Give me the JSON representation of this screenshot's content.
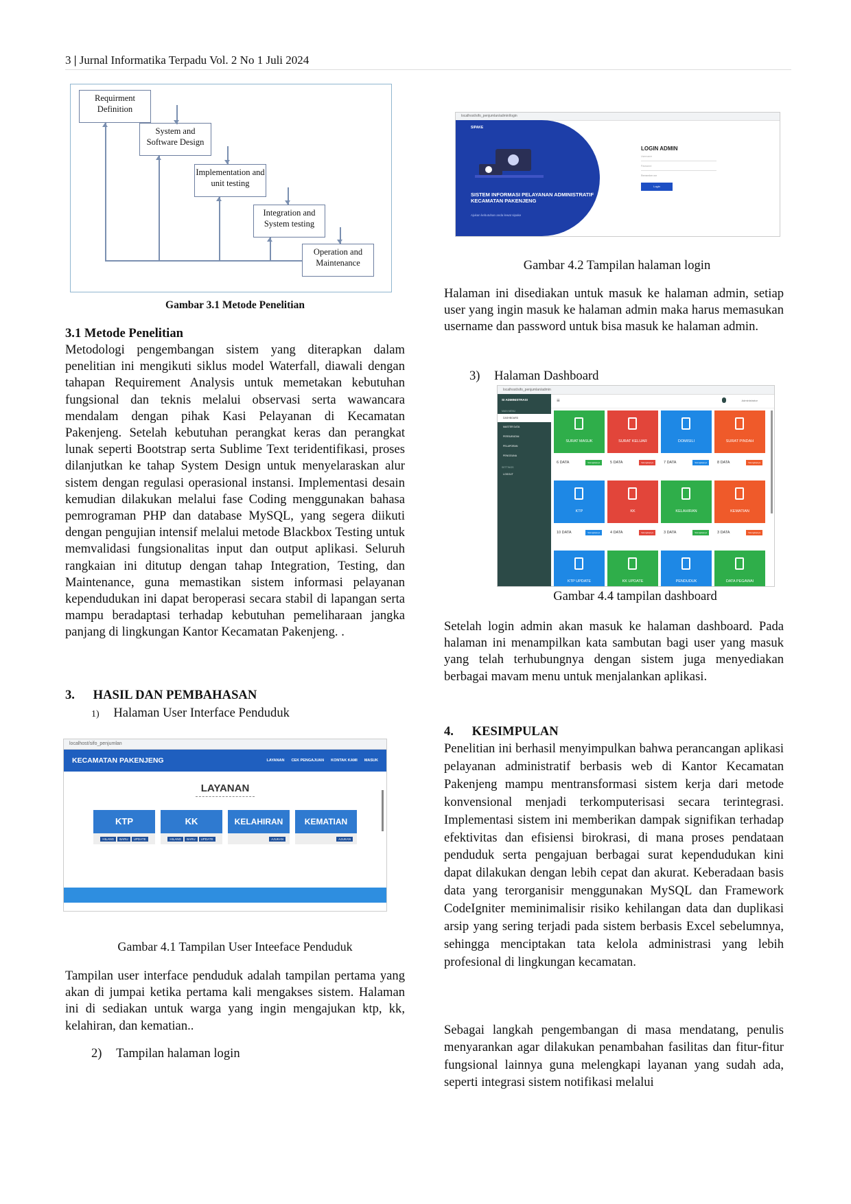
{
  "header": {
    "page_no": "3",
    "sep": "|",
    "journal": "Jurnal Informatika Terpadu Vol. 2 No 1 Juli 2024"
  },
  "waterfall": {
    "steps": [
      "Requirment Definition",
      "System and Software Design",
      "Implementation and unit testing",
      "Integration and System testing",
      "Operation and Maintenance"
    ],
    "caption": "Gambar 3.1 Metode Penelitian"
  },
  "section31": {
    "heading": "3.1 Metode Penelitian",
    "body": "Metodologi pengembangan sistem yang diterapkan dalam penelitian ini mengikuti siklus model Waterfall, diawali dengan tahapan Requirement Analysis untuk memetakan kebutuhan fungsional dan teknis melalui observasi serta wawancara mendalam dengan pihak Kasi Pelayanan di Kecamatan Pakenjeng. Setelah kebutuhan perangkat keras dan perangkat lunak seperti Bootstrap serta Sublime Text teridentifikasi, proses dilanjutkan ke tahap System Design untuk menyelaraskan alur sistem dengan regulasi operasional instansi. Implementasi desain kemudian dilakukan melalui fase Coding menggunakan bahasa pemrograman PHP dan database MySQL, yang segera diikuti dengan pengujian intensif melalui metode Blackbox Testing untuk memvalidasi fungsionalitas input dan output aplikasi. Seluruh rangkaian ini ditutup dengan tahap Integration, Testing, dan Maintenance, guna memastikan sistem informasi pelayanan kependudukan ini dapat beroperasi secara stabil di lapangan serta mampu beradaptasi terhadap kebutuhan pemeliharaan jangka panjang di lingkungan Kantor Kecamatan Pakenjeng.  ."
  },
  "section3": {
    "number": "3.",
    "heading": "HASIL DAN PEMBAHASAN",
    "item1_no": "1)",
    "item1": "Halaman User Interface Penduduk",
    "caption41": "Gambar 4.1 Tampilan User Inteeface Penduduk",
    "para41": "Tampilan user interface penduduk adalah tampilan pertama yang akan di jumpai  ketika pertama kali mengakses sistem. Halaman ini di sediakan untuk warga yang ingin mengajukan ktp, kk, kelahiran, dan kematian..",
    "item2_no": "2)",
    "item2": "Tampilan halaman login"
  },
  "ui_penduduk": {
    "url": "localhost/sifo_penjumlan",
    "brand": "KECAMATAN PAKENJENG",
    "nav": [
      "LAYANAN",
      "CEK PENGAJUAN",
      "KONTAK KAMI",
      "MASUK"
    ],
    "title": "LAYANAN",
    "cards": [
      {
        "label": "KTP",
        "buttons": [
          "HILANG",
          "BARU",
          "UPDATE"
        ]
      },
      {
        "label": "KK",
        "buttons": [
          "HILANG",
          "BARU",
          "UPDATE"
        ]
      },
      {
        "label": "KELAHIRAN",
        "buttons": [
          "AJUKAN"
        ]
      },
      {
        "label": "KEMATIAN",
        "buttons": [
          "AJUKAN"
        ]
      }
    ]
  },
  "login_shot": {
    "url": "localhost/sifo_penjumlan/admin/login",
    "brand": "SIPAKE",
    "title": "SISTEM INFORMASI PELAYANAN ADMINISTRATIF KECAMATAN PAKENJENG",
    "tagline": "Ajukan kebutuhan anda lewat sipake",
    "form_title": "LOGIN ADMIN",
    "field1": "Username",
    "field2": "Password",
    "remember": "Remember me",
    "button": "Login"
  },
  "right": {
    "caption42": "Gambar 4.2 Tampilan halaman login",
    "para42": "Halaman ini disediakan untuk masuk ke halaman admin, setiap user yang ingin  masuk ke halaman admin maka harus memasukan username dan password untuk bisa  masuk ke halaman admin.",
    "item3_no": "3)",
    "item3": "Halaman Dashboard",
    "caption44": "Gambar 4.4 tampilan dashboard",
    "para44": "Setelah login admin akan masuk ke halaman dashboard. Pada halaman ini  menampilkan kata sambutan bagi user yang masuk yang telah terhubungnya dengan  sistem juga menyediakan berbagai mavam menu untuk menjalankan aplikasi.",
    "sec4_no": "4.",
    "sec4": "KESIMPULAN",
    "para4a": "Penelitian ini berhasil menyimpulkan bahwa perancangan aplikasi pelayanan administratif berbasis web di Kantor Kecamatan Pakenjeng mampu mentransformasi sistem kerja dari metode konvensional menjadi terkomputerisasi secara terintegrasi. Implementasi sistem ini memberikan dampak signifikan terhadap efektivitas dan efisiensi birokrasi, di mana proses pendataan penduduk serta pengajuan berbagai surat kependudukan kini dapat dilakukan dengan lebih cepat dan akurat. Keberadaan basis data yang terorganisir menggunakan MySQL dan Framework CodeIgniter meminimalisir risiko kehilangan data dan duplikasi arsip yang sering terjadi pada sistem berbasis Excel sebelumnya, sehingga menciptakan tata kelola administrasi yang lebih profesional di lingkungan kecamatan.",
    "para4b": "Sebagai langkah pengembangan di masa mendatang, penulis menyarankan agar dilakukan penambahan fasilitas dan fitur-fitur fungsional lainnya guna melengkapi layanan yang sudah ada, seperti integrasi sistem notifikasi melalui"
  },
  "dashboard": {
    "url": "localhost/sifo_penjumlan/admin",
    "brand": "SI ADMINISTRASI",
    "user": "Administrator",
    "menu_header": "MAIN MENU",
    "menu": [
      "DASHBOARD",
      "MASTER DATA",
      "PERSURATAN",
      "PELAPORAN",
      "PENGGUNA"
    ],
    "menu_header2": "SETTINGS",
    "menu2": [
      "LOGOUT"
    ],
    "tiles": [
      {
        "label": "SURAT MASUK",
        "count": "6 DATA",
        "color": "#2fae4a"
      },
      {
        "label": "SURAT KELUAR",
        "count": "5 DATA",
        "color": "#e2453a"
      },
      {
        "label": "DOMISILI",
        "count": "7 DATA",
        "color": "#1e88e5"
      },
      {
        "label": "SURAT PINDAH",
        "count": "8 DATA",
        "color": "#ef5a2a"
      },
      {
        "label": "KTP",
        "count": "10 DATA",
        "color": "#1e88e5"
      },
      {
        "label": "KK",
        "count": "4 DATA",
        "color": "#e2453a"
      },
      {
        "label": "KELAHIRAN",
        "count": "3 DATA",
        "color": "#2fae4a"
      },
      {
        "label": "KEMATIAN",
        "count": "3 DATA",
        "color": "#ef5a2a"
      },
      {
        "label": "KTP UPDATE",
        "count": "",
        "color": "#1e88e5"
      },
      {
        "label": "KK UPDATE",
        "count": "",
        "color": "#2fae4a"
      },
      {
        "label": "PENDUDUK",
        "count": "",
        "color": "#1e88e5"
      },
      {
        "label": "DATA PEGAWAI",
        "count": "",
        "color": "#2fae4a"
      }
    ],
    "selengkapnya": "Selengkapnya"
  }
}
